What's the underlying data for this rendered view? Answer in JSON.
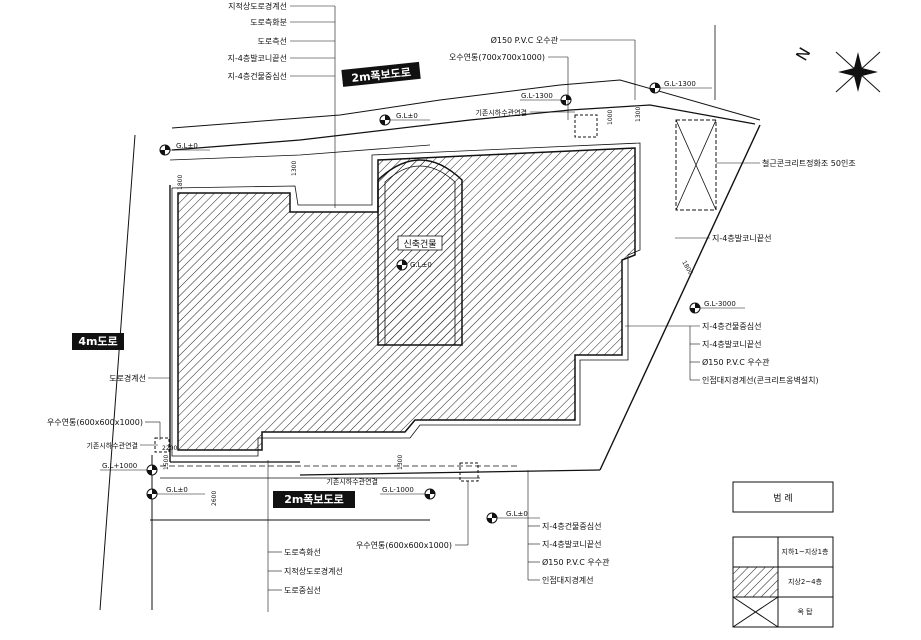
{
  "site": {
    "north_label": "N",
    "road_north": "2m폭보도로",
    "road_south": "2m폭보도로",
    "road_west": "4m도로",
    "existing_building": "신축건물",
    "existing_level": "G.L±0"
  },
  "levels": {
    "gl_0_a": "G.L±0",
    "gl_0_b": "G.L±0",
    "gl_m1300_a": "G.L-1300",
    "gl_m1300_b": "G.L-1300",
    "gl_m3000": "G.L-3000",
    "gl_p1000": "G.L+1000",
    "gl_0_c": "G.L±0",
    "gl_m1000": "G.L-1000",
    "gl_0_d": "G.L±0"
  },
  "callouts_top": [
    "지적상도로경계선",
    "도로측화분",
    "도로측선",
    "지-4층발코니끝선",
    "지-4층건물중심선"
  ],
  "callouts_top_right": [
    "Ø150 P.V.C 오수관",
    "오수연통(700x700x1000)"
  ],
  "callout_existing_sewer_n": "기존시하수관연결",
  "callouts_right": [
    "철근콘크리트정화조 50인조",
    "지-4층발코니끝선",
    "지-4층건물중심선",
    "지-4층발코니끝선",
    "Ø150 P.V.C 우수관",
    "인접대지경계선(콘크리트옹벽설치)"
  ],
  "callouts_left": [
    "도로경계선",
    "우수연통(600x600x1000)",
    "기존시하수관연결"
  ],
  "callout_existing_sewer_s": "기존시하수관연결",
  "callouts_bottom_mid": [
    "지-4층건물중심선",
    "지-4층발코니끝선",
    "Ø150 P.V.C 우수관",
    "인접대지경계선"
  ],
  "callout_rain_pit_bottom": "우수연통(600x600x1000)",
  "callouts_bottom_left": [
    "도로측화선",
    "지적상도로경계선",
    "도로중심선"
  ],
  "dims": [
    "1800",
    "1300",
    "1000",
    "1300",
    "1800",
    "2200",
    "1300",
    "2600",
    "1500"
  ],
  "legend": {
    "title": "범  례",
    "rows": [
      "지하1~지상1층",
      "지상2~4층",
      "옥  탑"
    ]
  },
  "colors": {
    "ink": "#111111",
    "paper": "#ffffff"
  }
}
